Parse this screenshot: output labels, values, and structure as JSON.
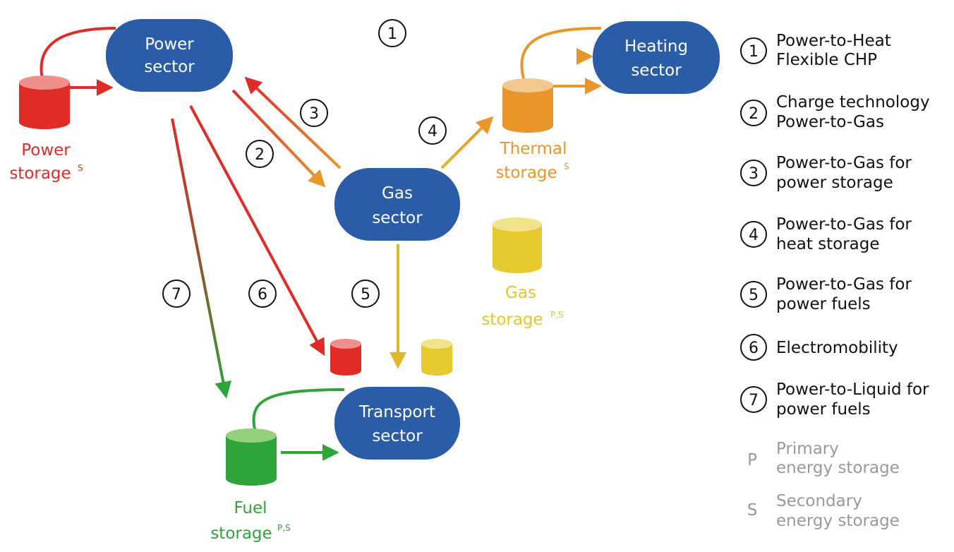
{
  "nodes": {
    "power": {
      "line1": "Power",
      "line2": "sector"
    },
    "heating": {
      "line1": "Heating",
      "line2": "sector"
    },
    "gas": {
      "line1": "Gas",
      "line2": "sector"
    },
    "transport": {
      "line1": "Transport",
      "line2": "sector"
    }
  },
  "storages": {
    "power": {
      "line1": "Power",
      "line2": "storage",
      "sup": "S"
    },
    "thermal": {
      "line1": "Thermal",
      "line2": "storage",
      "sup": "S"
    },
    "gas": {
      "line1": "Gas",
      "line2": "storage",
      "sup": "P,S"
    },
    "fuel": {
      "line1": "Fuel",
      "line2": "storage",
      "sup": "P,S"
    }
  },
  "markers": [
    "1",
    "2",
    "3",
    "4",
    "5",
    "6",
    "7"
  ],
  "legend": [
    {
      "key": "1",
      "line1": "Power-to-Heat",
      "line2": "Flexible CHP"
    },
    {
      "key": "2",
      "line1": "Charge technology",
      "line2": "Power-to-Gas"
    },
    {
      "key": "3",
      "line1": "Power-to-Gas for",
      "line2": "power storage"
    },
    {
      "key": "4",
      "line1": "Power-to-Gas for",
      "line2": "heat storage"
    },
    {
      "key": "5",
      "line1": "Power-to-Gas for",
      "line2": "power fuels"
    },
    {
      "key": "6",
      "line1": "Electromobility",
      "line2": ""
    },
    {
      "key": "7",
      "line1": "Power-to-Liquid for",
      "line2": "power fuels"
    },
    {
      "key": "P",
      "line1": "Primary",
      "line2": "energy storage"
    },
    {
      "key": "S",
      "line1": "Secondary",
      "line2": "energy storage"
    }
  ],
  "colors": {
    "node": "#2a5ca8",
    "red": "#e02b27",
    "orange": "#e8952a",
    "yellow": "#e3c62a",
    "green": "#2ea43a",
    "grey": "#999999"
  }
}
